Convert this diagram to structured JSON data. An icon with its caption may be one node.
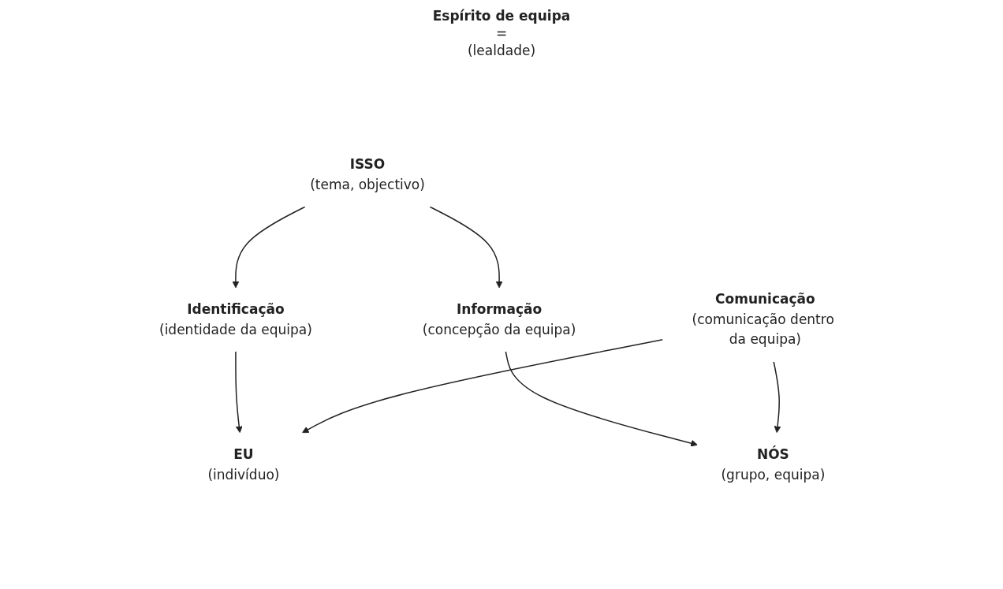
{
  "diagram": {
    "nodes": [
      {
        "text": [
          "ISSO",
          "(tema, objectivo)"
        ]
      },
      {
        "text": [
          "Identificação",
          "(identidade da equipa)"
        ]
      },
      {
        "text": [
          "Informação",
          "(concepção da equipa)"
        ]
      },
      {
        "text": [
          "EU",
          "(indivíduo)"
        ]
      },
      {
        "text": [
          "Comunicação",
          "(comunicação dentro da equipa)"
        ]
      },
      {
        "text": [
          "NÓS",
          "(grupo, equipa)"
        ]
      }
    ],
    "edges": [
      {
        "from": 0,
        "to": 1,
        "arrow": "to"
      },
      {
        "from": 0,
        "to": 2,
        "arrow": "to"
      },
      {
        "from": 1,
        "to": 3,
        "arrow": "to"
      },
      {
        "from": 2,
        "to": 5,
        "arrow": "to"
      },
      {
        "from": 4,
        "to": 3,
        "arrow": "to"
      },
      {
        "from": 4,
        "to": 5,
        "arrow": "to"
      }
    ],
    "labels": [
      "Espírito de equipa",
      "=",
      "(lealdade)"
    ]
  }
}
